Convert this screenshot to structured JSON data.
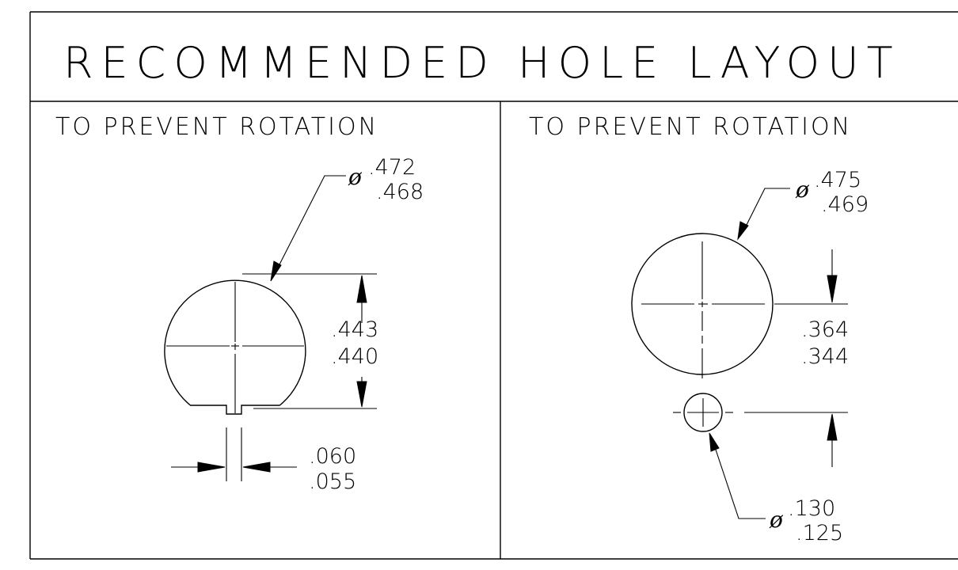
{
  "title": "RECOMMENDED HOLE LAYOUT",
  "left_panel": {
    "heading": "TO PREVENT ROTATION",
    "diameter": {
      "symbol": "ø",
      "max": ".472",
      "min": ".468"
    },
    "flat_height": {
      "max": ".443",
      "min": ".440"
    },
    "key_width": {
      "max": ".060",
      "min": ".055"
    }
  },
  "right_panel": {
    "heading": "TO PREVENT ROTATION",
    "diameter": {
      "symbol": "ø",
      "max": ".475",
      "min": ".469"
    },
    "center_distance": {
      "max": ".364",
      "min": ".344"
    },
    "pin_diameter": {
      "symbol": "ø",
      "max": ".130",
      "min": ".125"
    }
  }
}
